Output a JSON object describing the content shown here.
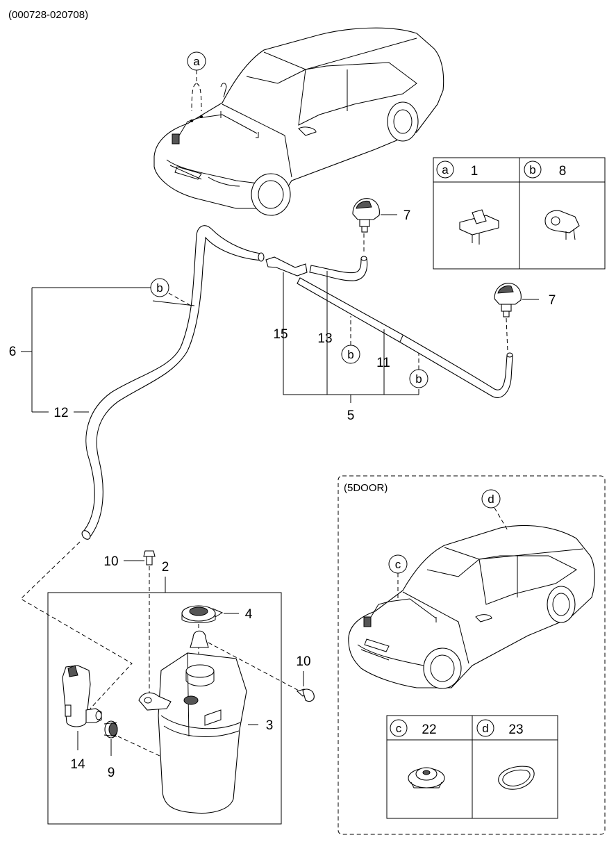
{
  "header": {
    "code": "(000728-020708)"
  },
  "callouts": {
    "a": "a",
    "b": "b",
    "c": "c",
    "d": "d"
  },
  "parts": {
    "p1": "1",
    "p2": "2",
    "p3": "3",
    "p4": "4",
    "p5": "5",
    "p6": "6",
    "p7": "7",
    "p8": "8",
    "p9": "9",
    "p10": "10",
    "p11": "11",
    "p12": "12",
    "p13": "13",
    "p14": "14",
    "p15": "15",
    "p22": "22",
    "p23": "23"
  },
  "five_door": {
    "label": "(5DOOR)"
  },
  "legend_top": [
    {
      "callout": "a",
      "part": "1",
      "icon": "clip-icon"
    },
    {
      "callout": "b",
      "part": "8",
      "icon": "hose-clip-icon"
    }
  ],
  "legend_bottom": [
    {
      "callout": "c",
      "part": "22",
      "icon": "grommet-icon"
    },
    {
      "callout": "d",
      "part": "23",
      "icon": "seal-ring-icon"
    }
  ]
}
